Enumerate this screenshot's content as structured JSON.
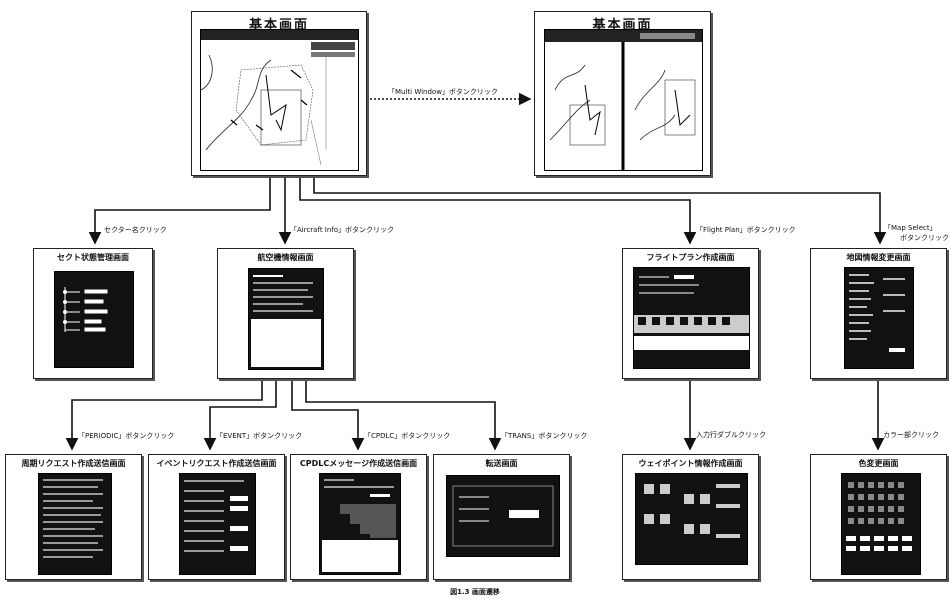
{
  "screens": {
    "main": "基本画面",
    "main_multi": "基本画面",
    "sector": "セクト状態管理画面",
    "aircraft": "航空機情報画面",
    "flight_plan": "フライトプラン作成画面",
    "map_info": "地図情報変更画面",
    "periodic": "周期リクエスト作成送信画面",
    "event": "イベントリクエスト作成送信画面",
    "cpdlc": "CPDLCメッセージ作成送信画面",
    "trans": "転送画面",
    "waypoint": "ウェイポイント情報作成画面",
    "color": "色変更画面"
  },
  "edges": {
    "multi_window": "「Multi Window」ボタンクリック",
    "sector_name": "セクター名クリック",
    "aircraft_info": "「Aircraft Info」ボタンクリック",
    "flight_plan": "「Flight Plan」ボタンクリック",
    "map_select_1": "「Map Select」",
    "map_select_2": "ボタンクリック",
    "periodic": "「PERIODIC」ボタンクリック",
    "event": "「EVENT」ボタンクリック",
    "cpdlc": "「CPDLC」ボタンクリック",
    "trans": "「TRANS」ボタンクリック",
    "input_row": "入力行ダブルクリック",
    "color_part": "カラー部クリック"
  },
  "caption": "図1.3 画面遷移"
}
